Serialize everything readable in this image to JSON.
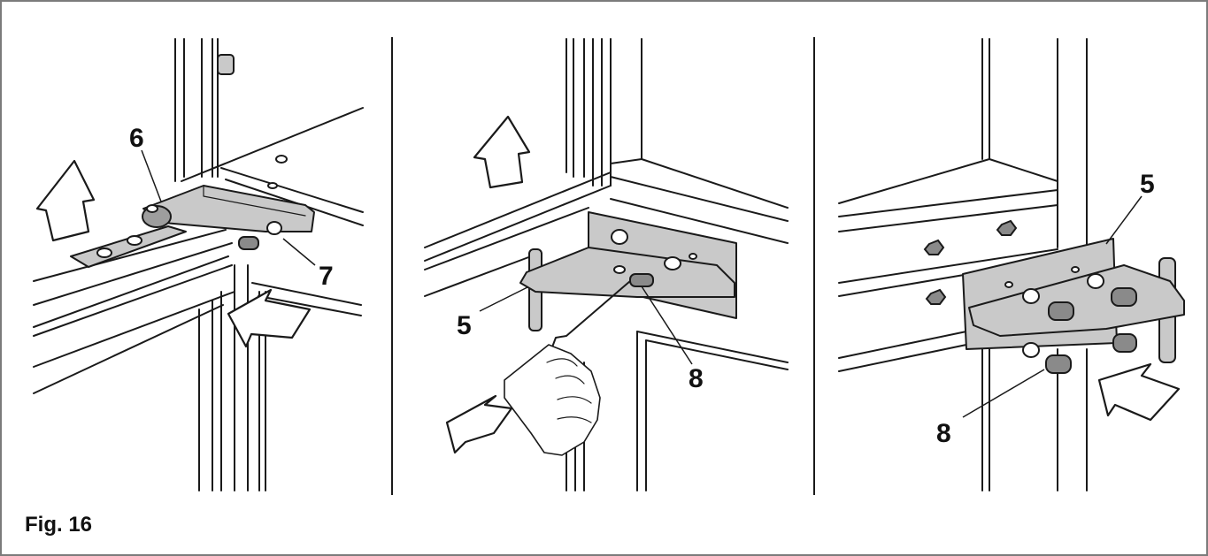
{
  "caption": "Fig. 16",
  "panels": [
    {
      "callouts": [
        "6",
        "7"
      ]
    },
    {
      "callouts": [
        "5",
        "8"
      ]
    },
    {
      "callouts": [
        "5",
        "8"
      ]
    }
  ]
}
